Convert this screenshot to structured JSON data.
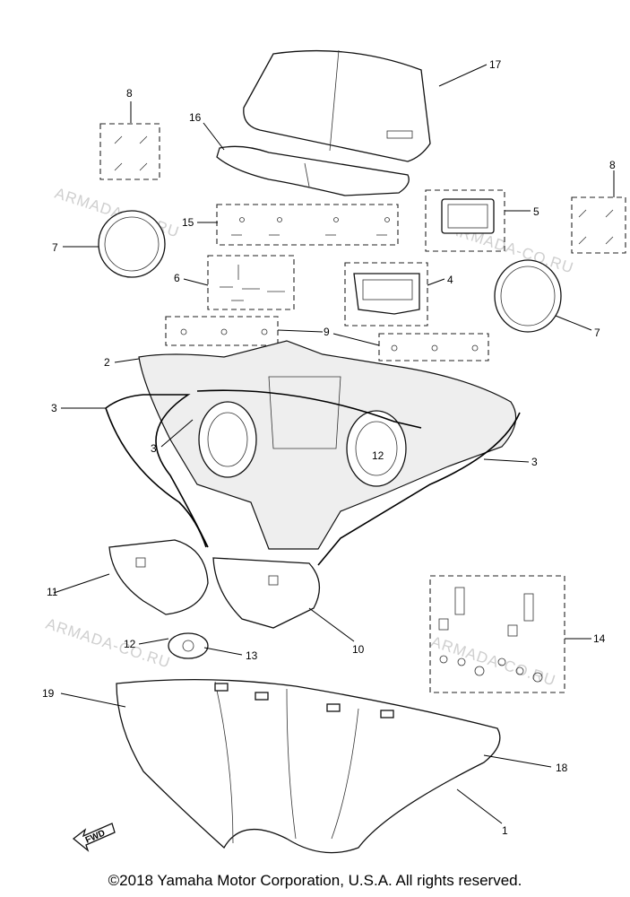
{
  "callouts": {
    "c1": "1",
    "c2": "2",
    "c3a": "3",
    "c3b": "3",
    "c3c": "3",
    "c4": "4",
    "c5": "5",
    "c6": "6",
    "c7a": "7",
    "c7b": "7",
    "c8a": "8",
    "c8b": "8",
    "c9": "9",
    "c10": "10",
    "c11": "11",
    "c12a": "12",
    "c12b": "12",
    "c13": "13",
    "c14": "14",
    "c15": "15",
    "c16": "16",
    "c17": "17",
    "c18": "18",
    "c19": "19"
  },
  "watermark": "ARMADA-CO.RU",
  "fwd_label": "FWD",
  "copyright": "©2018 Yamaha Motor Corporation, U.S.A. All rights reserved."
}
